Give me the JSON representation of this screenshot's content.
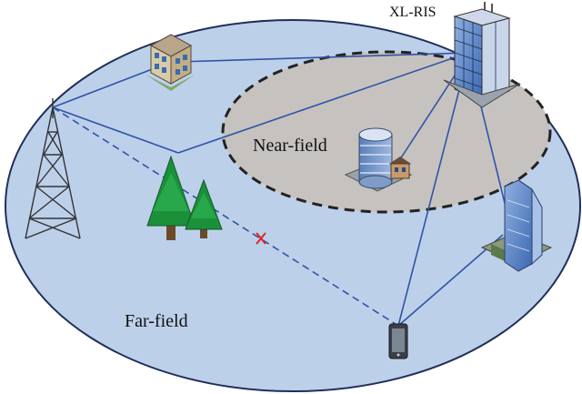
{
  "labels": {
    "ris": "XL-RIS",
    "near_field": "Near-field",
    "far_field": "Far-field"
  },
  "colors": {
    "far_field_fill": "#bdd0ea",
    "near_field_fill": "#c6c2bf",
    "link_line": "#2f54a6",
    "blocked_marker": "#e0211f",
    "tower": "#333333",
    "tree": "#1c8f3b"
  },
  "icons": [
    "transmission-tower-icon",
    "house-icon",
    "pine-trees-icon",
    "ris-building-icon",
    "office-building-icon",
    "small-house-icon",
    "skyscraper-icon",
    "smartphone-icon",
    "blocked-x-icon"
  ]
}
